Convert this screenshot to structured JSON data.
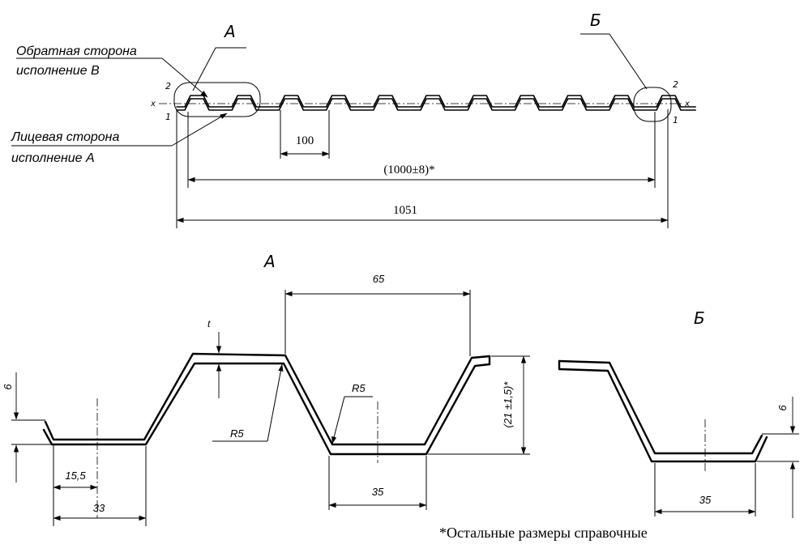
{
  "top_view": {
    "callout_a": "А",
    "callout_b": "Б",
    "back_side_line1": "Обратная сторона",
    "back_side_line2": "исполнение В",
    "face_side_line1": "Лицевая сторона",
    "face_side_line2": "исполнение А",
    "label_2": "2",
    "label_1": "1",
    "label_x": "x",
    "dim_pitch": "100",
    "dim_width": "(1000±8)*",
    "dim_total": "1051"
  },
  "detail_a": {
    "title": "А",
    "dim_65": "65",
    "dim_t": "t",
    "dim_r5_a": "R5",
    "dim_r5_b": "R5",
    "dim_height": "(21 ±1,5)*",
    "dim_6": "6",
    "dim_15_5": "15,5",
    "dim_33": "33",
    "dim_35": "35"
  },
  "detail_b": {
    "title": "Б",
    "dim_6": "6",
    "dim_35": "35"
  },
  "footnote": "*Остальные размеры справочные"
}
